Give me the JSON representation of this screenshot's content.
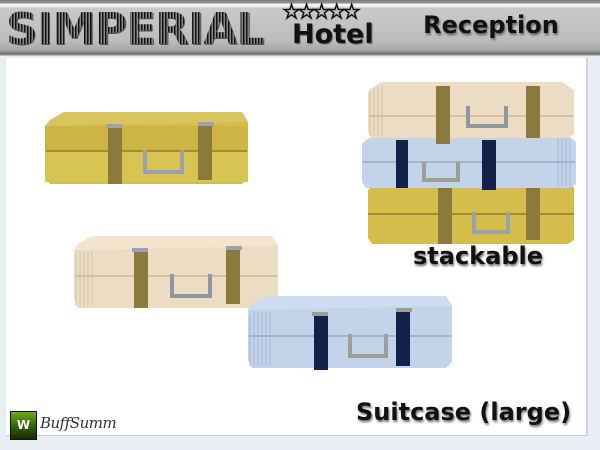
{
  "header": {
    "brand": "SIMPERIAL",
    "stars": "★★★★★",
    "brand_sub": "Hotel",
    "section": "Reception"
  },
  "captions": {
    "stackable": "stackable",
    "product_name": "Suitcase (large)"
  },
  "footer": {
    "logo_letter": "W",
    "signature": "BuffSumm"
  },
  "suitcases": [
    {
      "name": "yellow-suitcase",
      "body": "#d8c250",
      "strap": "#8c7a3e",
      "handle": "#9aa0a8"
    },
    {
      "name": "beige-suitcase",
      "body": "#eedcc2",
      "strap": "#8c7a3e",
      "handle": "#8e98a2"
    },
    {
      "name": "blue-suitcase",
      "body": "#c3d4ea",
      "strap": "#12204a",
      "handle": "#a09c96"
    }
  ],
  "colors": {
    "header_bg": "#bdbdbd",
    "frame_bg": "#e8edf4",
    "logo_green": "#3a6e0c"
  }
}
